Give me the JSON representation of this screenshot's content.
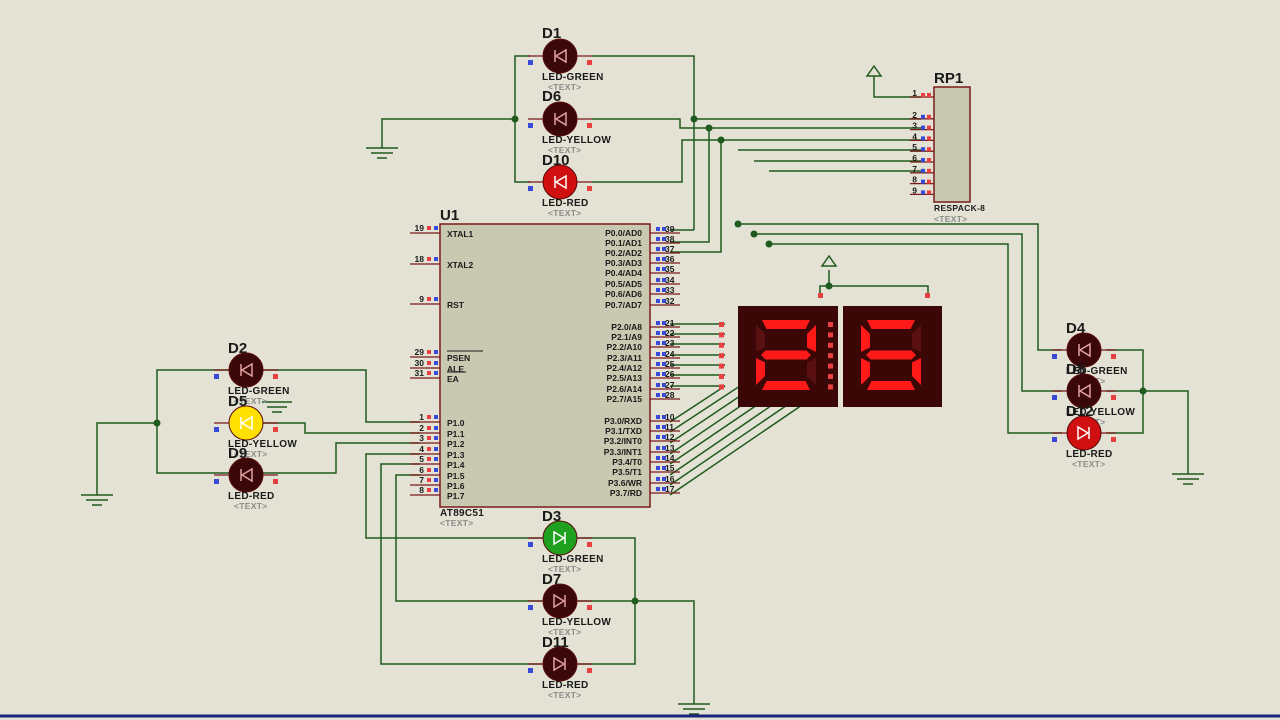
{
  "schematic": {
    "mcu": {
      "ref": "U1",
      "value": "AT89C51",
      "placeholder": "<TEXT>",
      "left_pins": [
        {
          "num": "19",
          "name": "XTAL1"
        },
        {
          "num": "18",
          "name": "XTAL2"
        },
        {
          "num": "9",
          "name": "RST"
        },
        {
          "num": "29",
          "name": "PSEN"
        },
        {
          "num": "30",
          "name": "ALE"
        },
        {
          "num": "31",
          "name": "EA"
        },
        {
          "num": "1",
          "name": "P1.0"
        },
        {
          "num": "2",
          "name": "P1.1"
        },
        {
          "num": "3",
          "name": "P1.2"
        },
        {
          "num": "4",
          "name": "P1.3"
        },
        {
          "num": "5",
          "name": "P1.4"
        },
        {
          "num": "6",
          "name": "P1.5"
        },
        {
          "num": "7",
          "name": "P1.6"
        },
        {
          "num": "8",
          "name": "P1.7"
        }
      ],
      "right_pins": [
        {
          "num": "39",
          "name": "P0.0/AD0"
        },
        {
          "num": "38",
          "name": "P0.1/AD1"
        },
        {
          "num": "37",
          "name": "P0.2/AD2"
        },
        {
          "num": "36",
          "name": "P0.3/AD3"
        },
        {
          "num": "35",
          "name": "P0.4/AD4"
        },
        {
          "num": "34",
          "name": "P0.5/AD5"
        },
        {
          "num": "33",
          "name": "P0.6/AD6"
        },
        {
          "num": "32",
          "name": "P0.7/AD7"
        },
        {
          "num": "21",
          "name": "P2.0/A8"
        },
        {
          "num": "22",
          "name": "P2.1/A9"
        },
        {
          "num": "23",
          "name": "P2.2/A10"
        },
        {
          "num": "24",
          "name": "P2.3/A11"
        },
        {
          "num": "25",
          "name": "P2.4/A12"
        },
        {
          "num": "26",
          "name": "P2.5/A13"
        },
        {
          "num": "27",
          "name": "P2.6/A14"
        },
        {
          "num": "28",
          "name": "P2.7/A15"
        },
        {
          "num": "10",
          "name": "P3.0/RXD"
        },
        {
          "num": "11",
          "name": "P3.1/TXD"
        },
        {
          "num": "12",
          "name": "P3.2/INT0"
        },
        {
          "num": "13",
          "name": "P3.3/INT1"
        },
        {
          "num": "14",
          "name": "P3.4/T0"
        },
        {
          "num": "15",
          "name": "P3.5/T1"
        },
        {
          "num": "16",
          "name": "P3.6/WR"
        },
        {
          "num": "17",
          "name": "P3.7/RD"
        }
      ]
    },
    "resistor_pack": {
      "ref": "RP1",
      "value": "RESPACK-8",
      "placeholder": "<TEXT>",
      "pins": [
        "1",
        "2",
        "3",
        "4",
        "5",
        "6",
        "7",
        "8",
        "9"
      ]
    },
    "display": {
      "digits": [
        "2",
        "6"
      ],
      "segment_color": "#ff1a1a"
    },
    "leds": [
      {
        "ref": "D1",
        "value": "LED-GREEN",
        "placeholder": "<TEXT>",
        "lit": false
      },
      {
        "ref": "D6",
        "value": "LED-YELLOW",
        "placeholder": "<TEXT>",
        "lit": false
      },
      {
        "ref": "D10",
        "value": "LED-RED",
        "placeholder": "<TEXT>",
        "lit": true,
        "lit_color": "#d01010"
      },
      {
        "ref": "D2",
        "value": "LED-GREEN",
        "placeholder": "<TEXT>",
        "lit": false
      },
      {
        "ref": "D5",
        "value": "LED-YELLOW",
        "placeholder": "<TEXT>",
        "lit": true,
        "lit_color": "#ffe000"
      },
      {
        "ref": "D9",
        "value": "LED-RED",
        "placeholder": "<TEXT>",
        "lit": false
      },
      {
        "ref": "D3",
        "value": "LED-GREEN",
        "placeholder": "<TEXT>",
        "lit": true,
        "lit_color": "#1fa01f"
      },
      {
        "ref": "D7",
        "value": "LED-YELLOW",
        "placeholder": "<TEXT>",
        "lit": false
      },
      {
        "ref": "D11",
        "value": "LED-RED",
        "placeholder": "<TEXT>",
        "lit": false
      },
      {
        "ref": "D4",
        "value": "LED-GREEN",
        "placeholder": "<TEXT>",
        "lit": false
      },
      {
        "ref": "D8",
        "value": "LED-YELLOW",
        "placeholder": "<TEXT>",
        "lit": false
      },
      {
        "ref": "D12",
        "value": "LED-RED",
        "placeholder": "<TEXT>",
        "lit": true,
        "lit_color": "#d01010"
      }
    ],
    "colors": {
      "background": "#e3e2d4",
      "wire": "#1f5a1f",
      "component_outline": "#7a1a1a",
      "led_off": "#3a0808",
      "display_body": "#3a0606",
      "pin_end_red": "#e84040",
      "pin_end_blue": "#3a4ad8"
    }
  }
}
